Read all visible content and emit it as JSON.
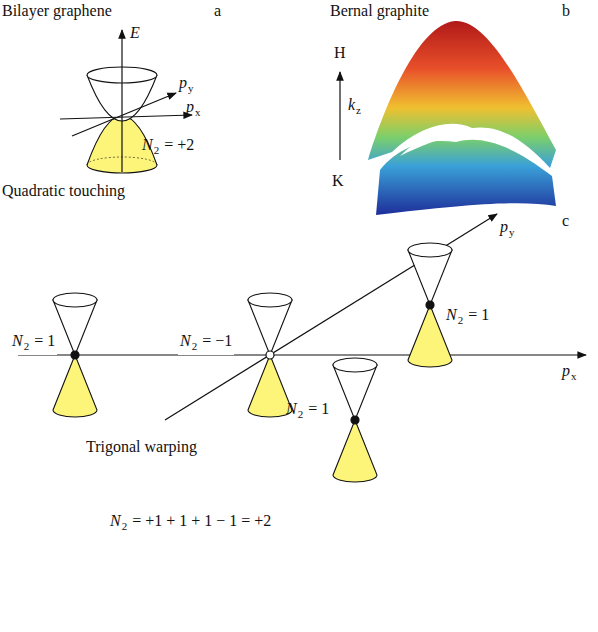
{
  "diagram": {
    "labels": [
      "Bilayer graphene",
      "a",
      "E",
      "p",
      "y",
      "p",
      "x",
      "N",
      "2",
      "= +2",
      "Quadratic touching",
      "Bernal graphite",
      "b",
      "H",
      "k",
      "z",
      "K",
      "c",
      "N",
      "2",
      "= 1",
      "N",
      "2",
      "= −1",
      "p",
      "y",
      "N",
      "2",
      "= 1",
      "p",
      "x",
      "Trigonal warping",
      "N",
      "2",
      "= 1",
      "N",
      "2",
      "= +1 + 1 + 1 − 1 = +2"
    ]
  }
}
